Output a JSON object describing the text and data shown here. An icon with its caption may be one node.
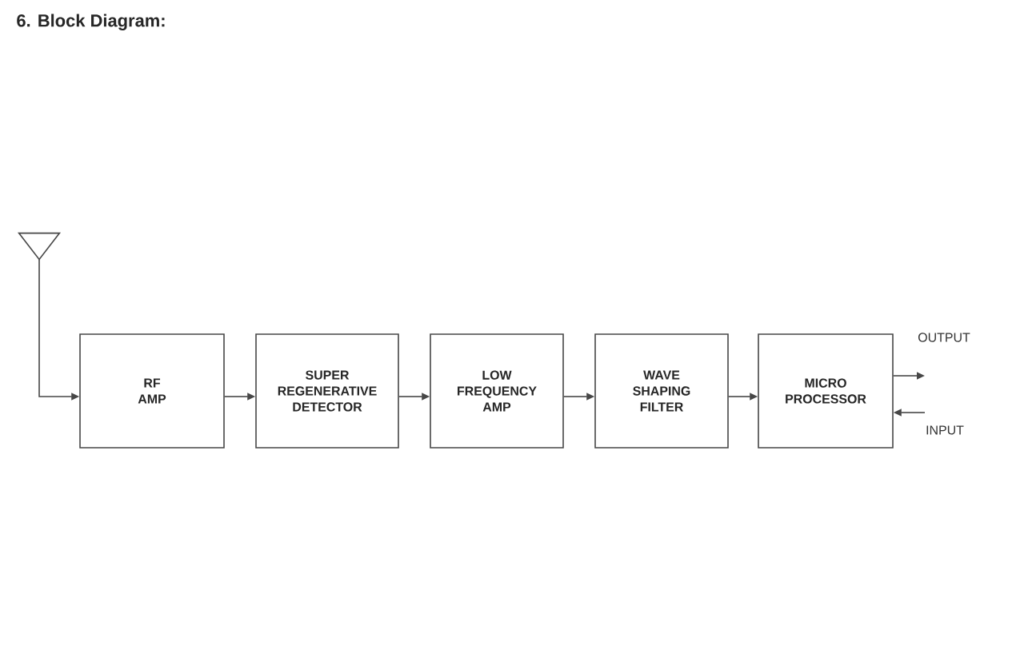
{
  "diagram": {
    "title": "6. Block Diagram:",
    "nodes": [
      {
        "text": [],
        "shape": "triangle"
      },
      {
        "text": [
          "RF AMP"
        ]
      },
      {
        "text": [
          "SUPER REGENERATIVE DETECTOR"
        ]
      },
      {
        "text": [
          "LOW FREQUENCY AMP"
        ]
      },
      {
        "text": [
          "WAVE SHAPING FILTER"
        ]
      },
      {
        "text": [
          "MICRO PROCESSOR"
        ]
      }
    ],
    "edges": [
      {
        "from": 0,
        "to": 1,
        "arrow": "to"
      },
      {
        "from": 1,
        "to": 2,
        "arrow": "to"
      },
      {
        "from": 2,
        "to": 3,
        "arrow": "to"
      },
      {
        "from": 3,
        "to": 4,
        "arrow": "to"
      },
      {
        "from": 4,
        "to": 5,
        "arrow": "to"
      },
      {
        "from": 5,
        "to": null,
        "arrow": "to",
        "label": "OUTPUT"
      },
      {
        "from": null,
        "to": 5,
        "arrow": "to",
        "label": "INPUT"
      }
    ]
  }
}
